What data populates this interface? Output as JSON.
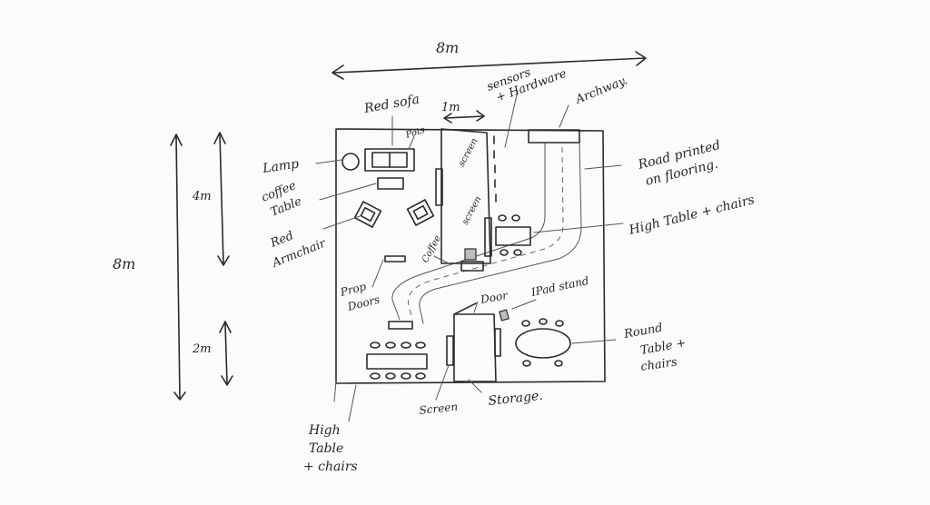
{
  "dimensions": {
    "width": "8m",
    "height": "8m",
    "section_top": "4m",
    "section_bottom": "2m",
    "block_width": "1m"
  },
  "labels": {
    "red_sofa": "Red sofa",
    "sensors_line1": "sensors",
    "sensors_line2": "+ Hardware",
    "archway": "Archway.",
    "lamp": "Lamp",
    "pots": "Pots",
    "coffee_table_line1": "coffee",
    "coffee_table_line2": "Table",
    "red_armchair_line1": "Red",
    "red_armchair_line2": "Armchair",
    "screen_top": "screen",
    "screen_mid": "screen",
    "coffee": "Coffee",
    "road_line1": "Road printed",
    "road_line2": "on flooring.",
    "high_table_right": "High Table + chairs",
    "prop_doors_line1": "Prop",
    "prop_doors_line2": "Doors",
    "door": "Door",
    "ipad_stand": "IPad stand",
    "round_table_line1": "Round",
    "round_table_line2": "Table +",
    "round_table_line3": "chairs",
    "screen_bottom": "Screen",
    "storage": "Storage.",
    "high_table_bottom_line1": "High",
    "high_table_bottom_line2": "Table",
    "high_table_bottom_line3": "+ chairs"
  },
  "colors": {
    "ink": "#2b2b2b",
    "paper": "#fbfbfa"
  }
}
